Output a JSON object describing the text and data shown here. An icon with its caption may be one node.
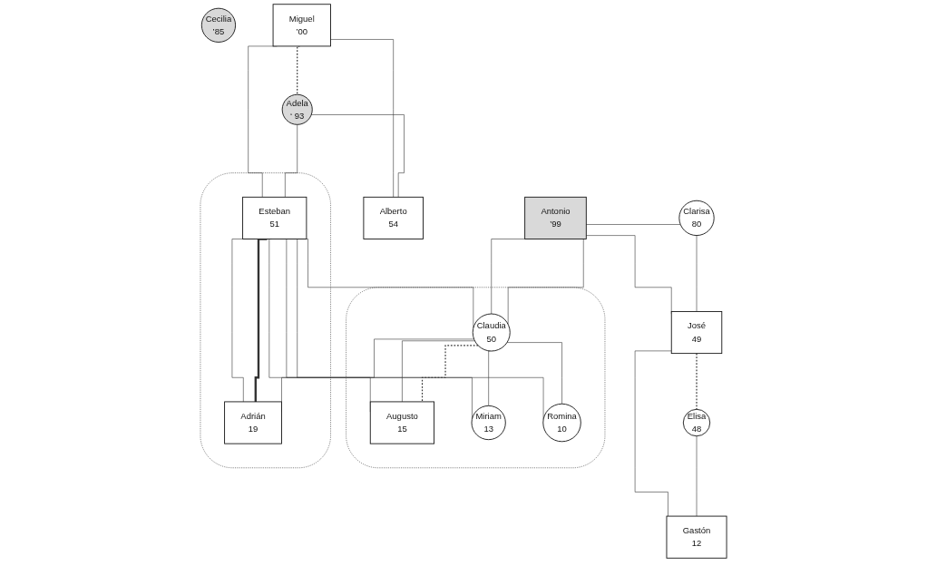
{
  "diagram": {
    "nodes": [
      {
        "text": [
          "Miguel",
          "’00"
        ]
      },
      {
        "text": [
          "Adela",
          "‘ 93"
        ]
      },
      {
        "text": [
          "Antonio",
          "’99"
        ]
      },
      {
        "text": [
          "Clarisa",
          "80"
        ]
      },
      {
        "text": [
          "Alberto",
          "54"
        ]
      },
      {
        "text": [
          "José",
          "49"
        ]
      },
      {
        "text": [
          "Elisa",
          "48"
        ]
      },
      {
        "text": [],
        "shape": "ellipse"
      },
      {
        "text": [
          "Cecilia",
          "’85"
        ]
      },
      {
        "text": [
          "Esteban",
          "51"
        ],
        "in": 7
      },
      {
        "text": [],
        "shape": "ellipse"
      },
      {
        "text": [
          "Claudia",
          "50"
        ],
        "in": 10
      },
      {
        "text": [
          "Gastón",
          "12"
        ]
      },
      {
        "text": [
          "Adrián",
          "19"
        ],
        "in": 7
      },
      {
        "text": [
          "Augusto",
          "15"
        ],
        "in": 10
      },
      {
        "text": [
          "Miriam",
          "13"
        ],
        "in": 10
      },
      {
        "text": [
          "Romina",
          "10"
        ],
        "in": 10
      }
    ],
    "edges": [
      {
        "from": 0,
        "to": 1,
        "arrow": "none",
        "style": "dashed"
      },
      {
        "from": 0,
        "to": 4,
        "arrow": "none"
      },
      {
        "from": 1,
        "to": 4,
        "arrow": "none"
      },
      {
        "from": 0,
        "to": 9,
        "arrow": "none"
      },
      {
        "from": 1,
        "to": 9,
        "arrow": "none"
      },
      {
        "from": 2,
        "to": 11,
        "arrow": "none"
      },
      {
        "from": 3,
        "to": 11,
        "arrow": "none"
      },
      {
        "from": 2,
        "to": 5,
        "arrow": "none"
      },
      {
        "from": 3,
        "to": 5,
        "arrow": "none"
      },
      {
        "from": 9,
        "to": 11,
        "arrow": "none"
      },
      {
        "from": 5,
        "to": 6,
        "arrow": "none",
        "style": "dashed"
      },
      {
        "from": 5,
        "to": 12,
        "arrow": "none"
      },
      {
        "from": 6,
        "to": 12,
        "arrow": "none"
      },
      {
        "from": 9,
        "to": 13,
        "arrow": "none"
      },
      {
        "from": 11,
        "to": 13,
        "arrow": "none"
      },
      {
        "from": 9,
        "to": 14,
        "arrow": "none"
      },
      {
        "from": 11,
        "to": 14,
        "arrow": "none"
      },
      {
        "from": 9,
        "to": 15,
        "arrow": "none"
      },
      {
        "from": 11,
        "to": 15,
        "arrow": "none"
      },
      {
        "from": 9,
        "to": 16,
        "arrow": "none"
      },
      {
        "from": 11,
        "to": 16,
        "arrow": "none"
      },
      {
        "from": 9,
        "to": 13,
        "arrow": "none",
        "style": "thick"
      },
      {
        "from": 11,
        "to": 14,
        "arrow": "none",
        "style": "dashed"
      }
    ]
  }
}
